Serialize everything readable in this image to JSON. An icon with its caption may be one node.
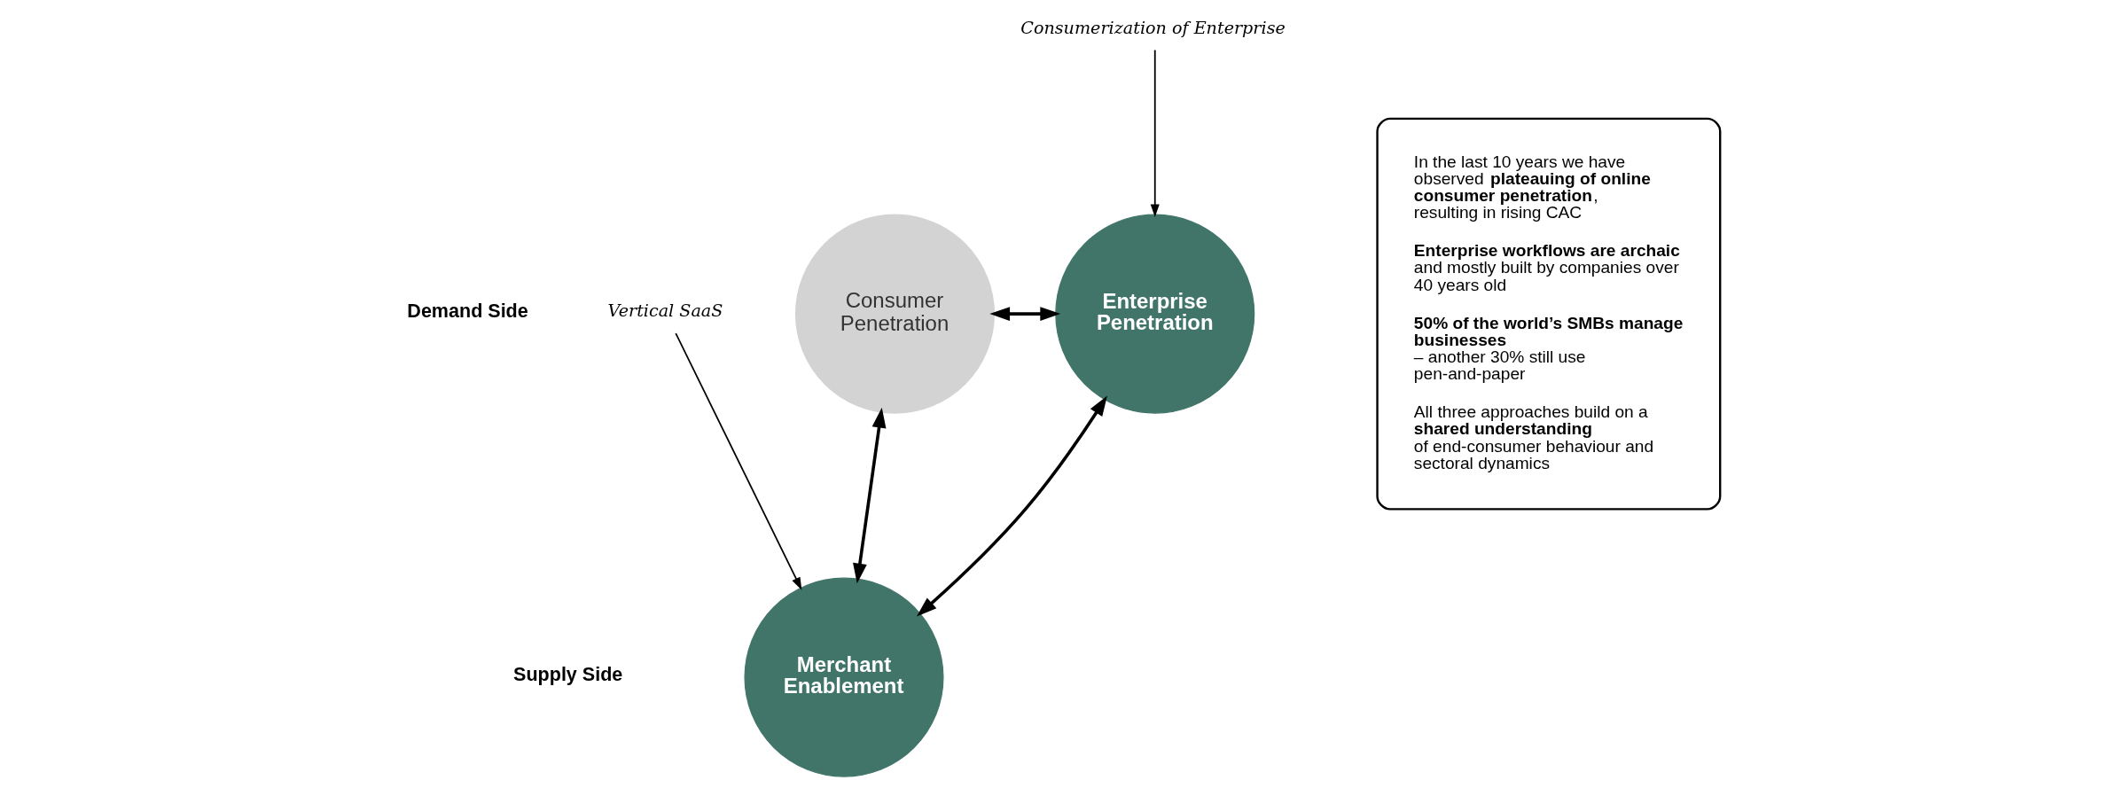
{
  "diagram": {
    "nodes": [
      {
        "text": [
          "Consumer Penetration"
        ]
      },
      {
        "text": [
          "Enterprise Penetration"
        ]
      },
      {
        "text": [
          "Merchant Enablement"
        ]
      },
      {
        "text": [
          "Consumerization of Enterprise"
        ]
      },
      {
        "text": [
          "Vertical SaaS"
        ]
      },
      {
        "text": [
          "In the last 10 years we have observed **plateauing of online consumer penetration**, resulting in rising CAC",
          "**Enterprise workflows are archaic** and mostly built by companies over 40 years old",
          "**50% of the world’s SMBs manage businesses** – another 30% still use pen-and-paper",
          "All three approaches build on a **shared understanding** of end-consumer behaviour and sectoral dynamics"
        ]
      }
    ],
    "edges": [
      {
        "from": 0,
        "to": 1,
        "arrow": "both"
      },
      {
        "from": 0,
        "to": 2,
        "arrow": "both"
      },
      {
        "from": 1,
        "to": 2,
        "arrow": "both"
      },
      {
        "from": 3,
        "to": 1,
        "arrow": "to"
      },
      {
        "from": 4,
        "to": 2,
        "arrow": "to"
      }
    ],
    "labels": [
      "Demand Side",
      "Supply Side"
    ]
  }
}
